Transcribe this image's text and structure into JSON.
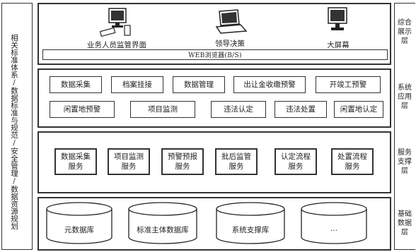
{
  "left_label": "相关标准体系/数据标准与规范/安全管理/数据资源规划",
  "layers": {
    "presentation": {
      "side_label": "综合展示层",
      "devices": [
        "业务人员监管界面",
        "领导决策",
        "大屏幕"
      ],
      "browser": "WEB浏览器(B/S)",
      "icons": [
        "desktop-computer-icon",
        "laptop-icon",
        "monitor-icon"
      ]
    },
    "application": {
      "side_label": "系统应用层",
      "row1": [
        "数据采集",
        "档案挂接",
        "数据管理",
        "出让金收缴预警",
        "开竣工预警"
      ],
      "row2": [
        "闲置地预警",
        "项目监测",
        "违法认定",
        "违法处置",
        "闲置地认定"
      ]
    },
    "service": {
      "side_label": "服务支撑层",
      "items": [
        "数据采集服务",
        "项目监测服务",
        "预警预报服务",
        "批后监管服务",
        "认定流程服务",
        "处置流程服务"
      ]
    },
    "foundation": {
      "side_label": "基础数据层",
      "databases": [
        "元数据库",
        "标准主体数据库",
        "系统支撑库",
        "…"
      ]
    }
  }
}
